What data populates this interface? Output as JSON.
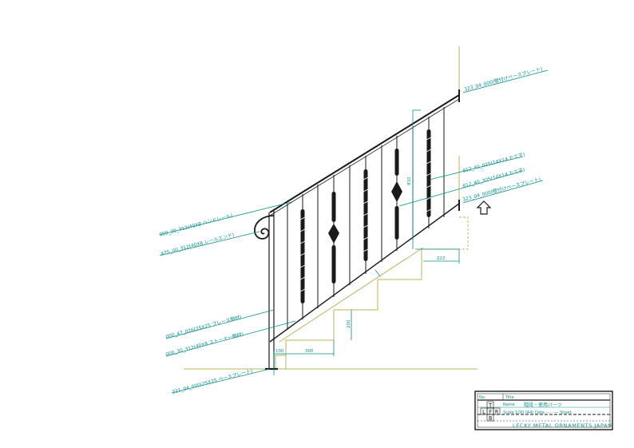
{
  "labels": {
    "l1": "323_04_000(壁付けベースプレート)",
    "l2": "812_40_025(14X14 たて子)",
    "l3": "812_40_305(14X14 たて子)",
    "l4": "323_04_000(壁付けベースプレート)",
    "l5": "000_30_312(40X8 ハンドレール)",
    "l6": "475_00_312(40X8 レールエンド)",
    "l7": "000_47_026(25X25 ブレース鋼材)",
    "l8": "000_30_312(40X8 ストーナー鋼材)",
    "l9": "321_04_000(25X25 ベースプレート)"
  },
  "dims": {
    "height": "810",
    "gap": "222",
    "rise": "200",
    "tread": "300",
    "offset": "100"
  },
  "titleblock": {
    "row1_left": "No.",
    "row1_mid": "Title",
    "row2_small": "Name",
    "row2_text": "階段・使用パーツ",
    "row3_text": "Scale  1/30  (A4) Date ----  ---- Sheet",
    "company": "LECKY METAL ORNAMENTS JAPAN",
    "letters": [
      "T",
      "L",
      "F",
      "R",
      "B"
    ]
  },
  "colors": {
    "teal": "#0a8f8f",
    "olive": "#b8b45a",
    "ink": "#1a1a1a"
  }
}
